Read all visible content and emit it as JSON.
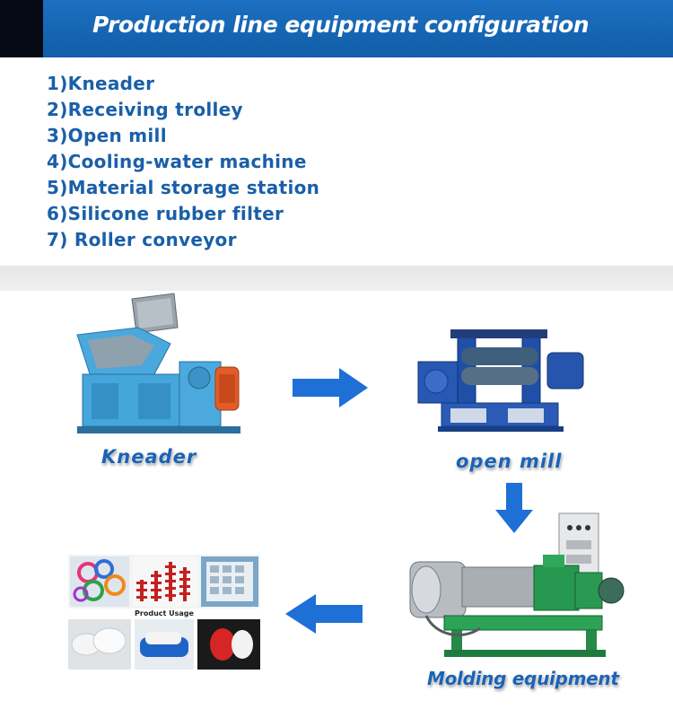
{
  "header": {
    "title": "Production line equipment configuration"
  },
  "equipment_list": [
    "1)Kneader",
    "2)Receiving trolley",
    "3)Open mill",
    "4)Cooling-water machine",
    "5)Material storage station",
    "6)Silicone rubber filter",
    "7) Roller conveyor"
  ],
  "flow": {
    "kneader_label": "Kneader",
    "open_mill_label": "open mill",
    "molding_label": "Molding equipment",
    "product_usage_label": "Product Usage"
  },
  "colors": {
    "banner_blue": "#1565b5",
    "list_text": "#1a5fa8",
    "arrow_blue": "#1e6fd6",
    "machine_blue": "#3b9fd8",
    "machine_green": "#2e9a5a"
  }
}
